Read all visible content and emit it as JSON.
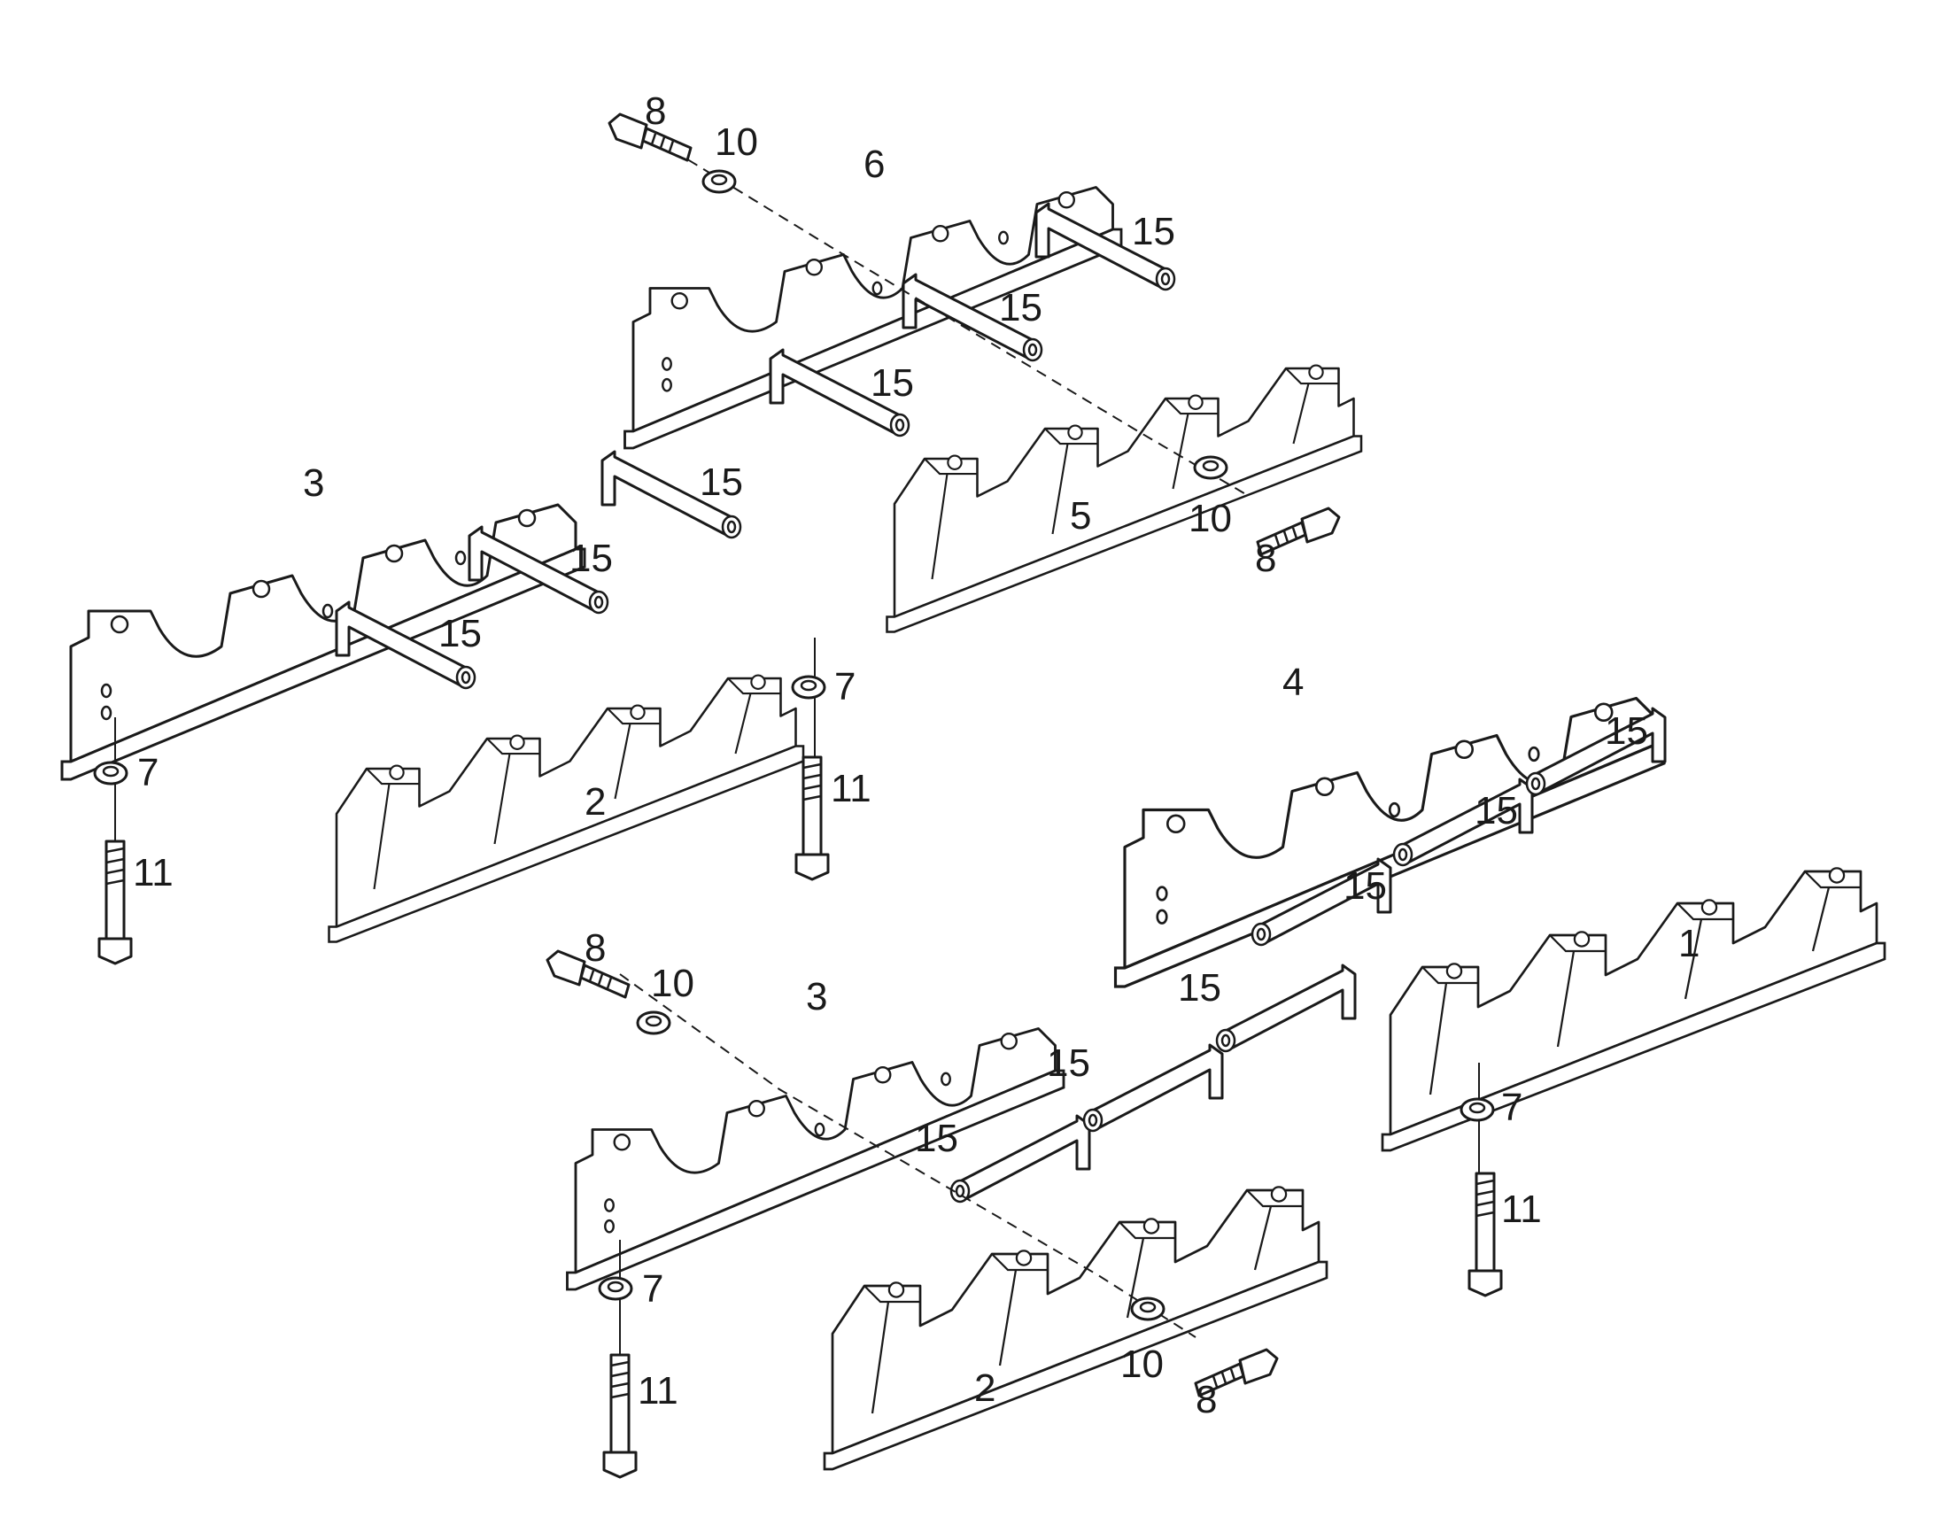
{
  "callouts": [
    {
      "text": "8"
    },
    {
      "text": "10"
    },
    {
      "text": "6"
    },
    {
      "text": "15"
    },
    {
      "text": "15"
    },
    {
      "text": "15"
    },
    {
      "text": "3"
    },
    {
      "text": "15"
    },
    {
      "text": "15"
    },
    {
      "text": "15"
    },
    {
      "text": "5"
    },
    {
      "text": "10"
    },
    {
      "text": "8"
    },
    {
      "text": "7"
    },
    {
      "text": "11"
    },
    {
      "text": "2"
    },
    {
      "text": "7"
    },
    {
      "text": "11"
    },
    {
      "text": "4"
    },
    {
      "text": "15"
    },
    {
      "text": "15"
    },
    {
      "text": "15"
    },
    {
      "text": "1"
    },
    {
      "text": "8"
    },
    {
      "text": "10"
    },
    {
      "text": "3"
    },
    {
      "text": "15"
    },
    {
      "text": "15"
    },
    {
      "text": "15"
    },
    {
      "text": "7"
    },
    {
      "text": "11"
    },
    {
      "text": "7"
    },
    {
      "text": "11"
    },
    {
      "text": "10"
    },
    {
      "text": "8"
    },
    {
      "text": "2"
    }
  ]
}
